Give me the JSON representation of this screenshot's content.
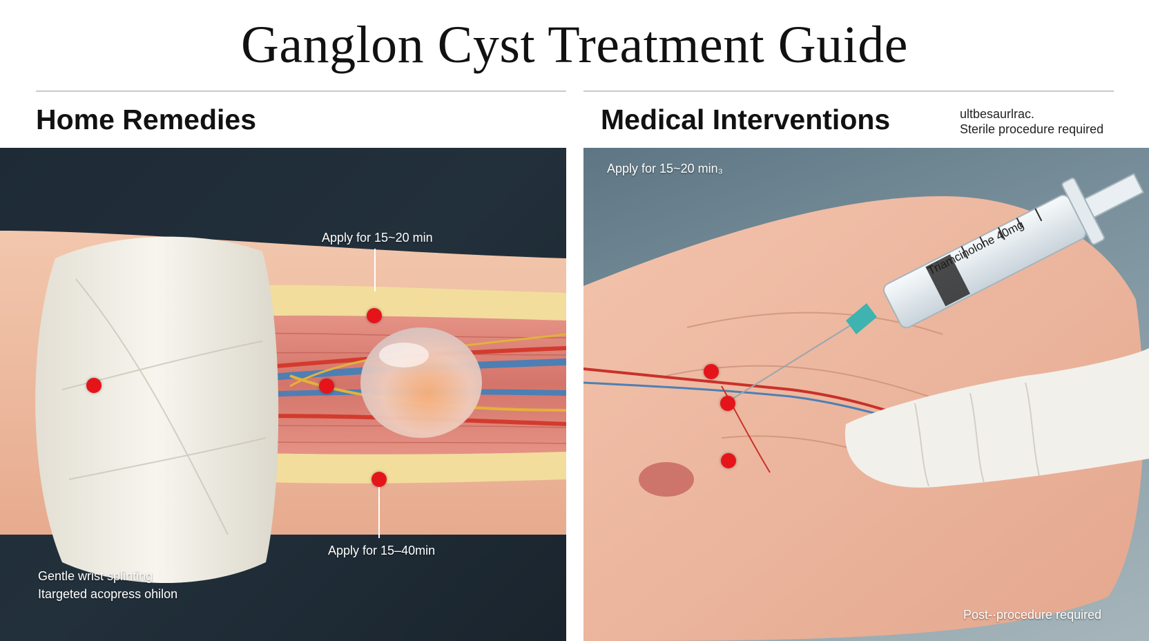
{
  "title": "Ganglon Cyst Treatment Guide",
  "left_panel": {
    "heading": "Home Remedies",
    "callouts": {
      "top": "Apply for 15~20 min",
      "bottom": "Apply for 15–40min"
    },
    "bottom_text": {
      "line1": "Gentle wrist splinting",
      "line2": "Itargeted acopress ohilon"
    }
  },
  "right_panel": {
    "heading": "Medical Interventions",
    "side_note": {
      "line1": "ultbesaurlrac.",
      "line2": "Sterile procedure required"
    },
    "top_label": "Apply for 15~20 min₃",
    "syringe_label": "Triamcinolone 40mg",
    "bottom_label": "Post-·procedure required"
  },
  "colors": {
    "marker_red": "#e5141b",
    "left_bg": "#1e2b36",
    "right_bg": "#7d949f"
  }
}
